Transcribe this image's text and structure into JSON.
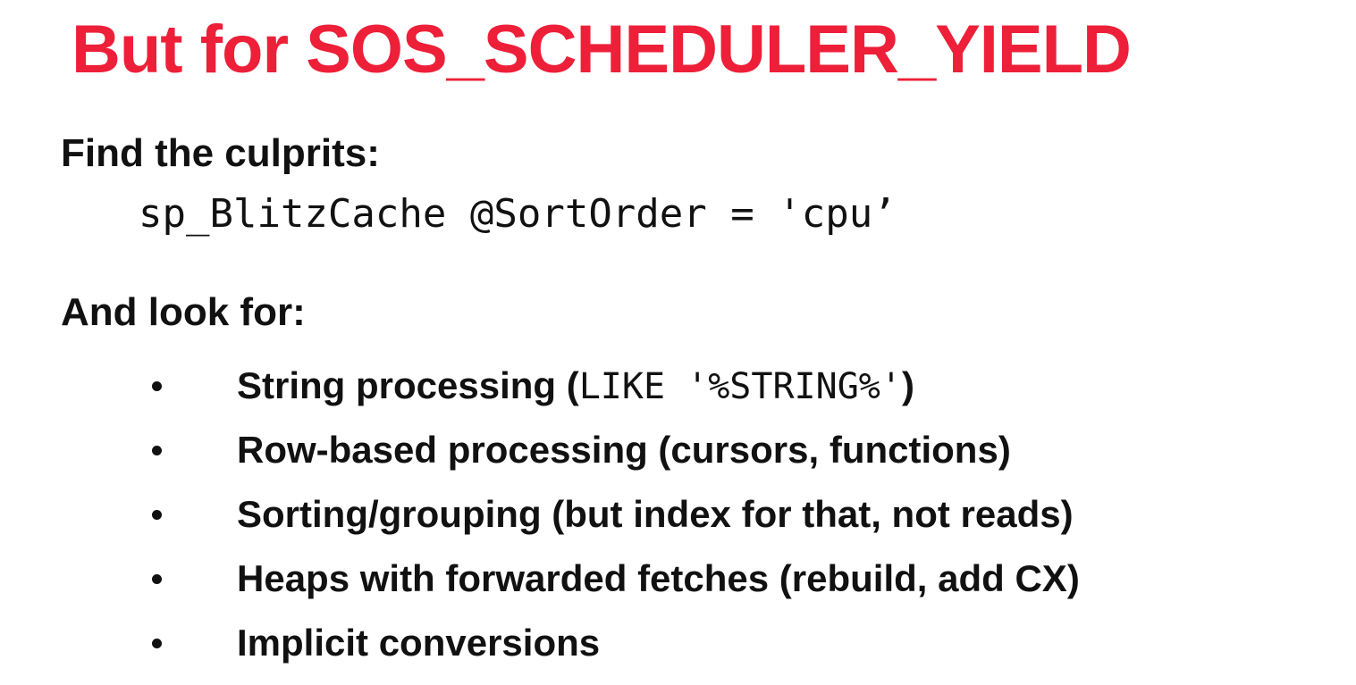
{
  "slide": {
    "title": "But for SOS_SCHEDULER_YIELD",
    "find_heading": "Find the culprits:",
    "code": "sp_BlitzCache @SortOrder = 'cpu’",
    "look_heading": "And look for:",
    "bullets": [
      {
        "pre": "String processing (",
        "code": "LIKE '%STRING%'",
        "post": ")"
      },
      {
        "pre": "Row-based processing (cursors, functions)",
        "code": "",
        "post": ""
      },
      {
        "pre": "Sorting/grouping (but index for that, not reads)",
        "code": "",
        "post": ""
      },
      {
        "pre": "Heaps with forwarded fetches (rebuild, add CX)",
        "code": "",
        "post": ""
      },
      {
        "pre": "Implicit conversions",
        "code": "",
        "post": ""
      }
    ]
  },
  "colors": {
    "title": "#ee1f38",
    "text": "#111111",
    "background": "#ffffff"
  }
}
